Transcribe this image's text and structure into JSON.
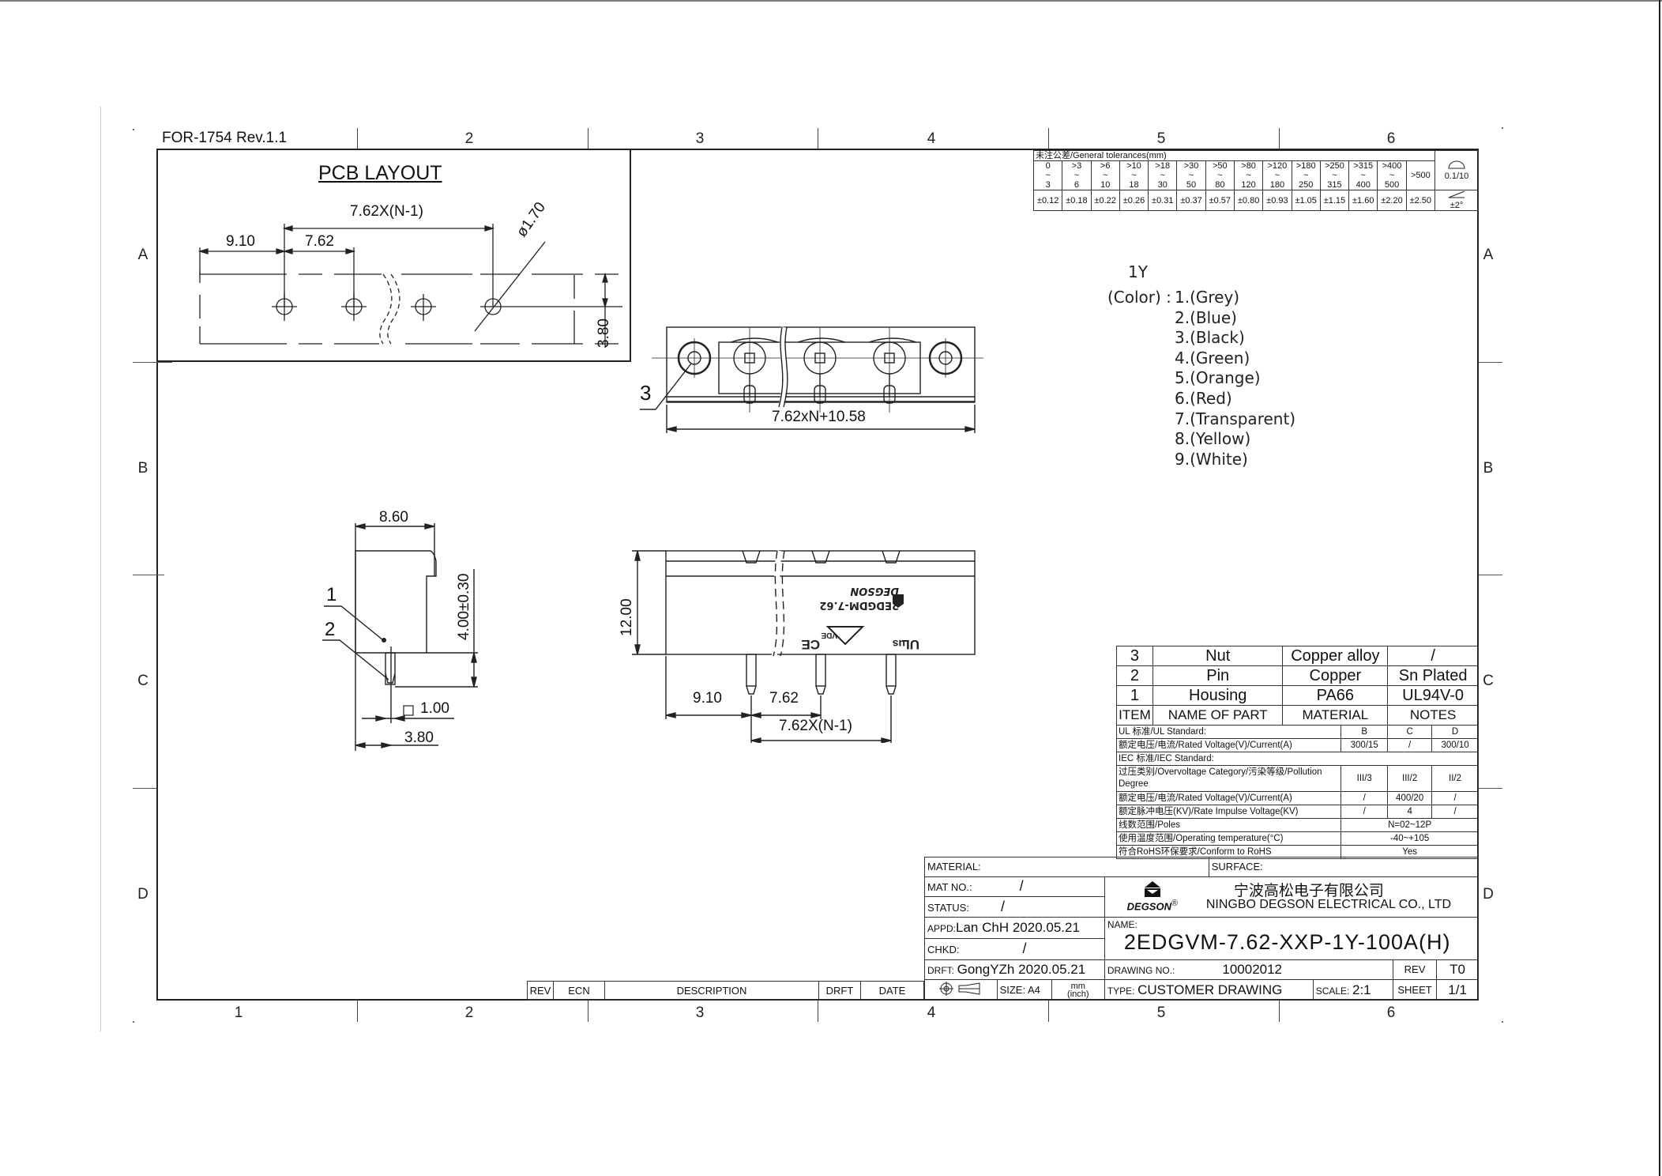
{
  "sheet": {
    "form_id": "FOR-1754  Rev.1.1",
    "column_labels": [
      "1",
      "2",
      "3",
      "4",
      "5",
      "6"
    ],
    "row_labels": [
      "A",
      "B",
      "C",
      "D"
    ]
  },
  "pcb_layout": {
    "title": "PCB LAYOUT",
    "dim_pitch_total": "7.62X(N-1)",
    "dim_edge": "9.10",
    "dim_pitch": "7.62",
    "dim_hole": "ø1.70",
    "dim_height": "3.80"
  },
  "top_view": {
    "item_callout": "3",
    "dim_length": "7.62xN+10.58"
  },
  "front_view": {
    "dim_height": "12.00",
    "dim_edge": "9.10",
    "dim_pitch": "7.62",
    "dim_pitch_total": "7.62X(N-1)",
    "marking_model": "2EDGDM-7.62",
    "marking_brand": "DEGSON",
    "marking_vde": "VDE",
    "marking_ul": "us",
    "marking_ce": "CE"
  },
  "side_view": {
    "dim_width": "8.60",
    "dim_pin_length": "4.00±0.30",
    "dim_pin_square": "1.00",
    "dim_pin_offset": "3.80",
    "callout_1": "1",
    "callout_2": "2"
  },
  "color_options": {
    "code": "1Y",
    "label": "(Color) :",
    "items": [
      "1.(Grey)",
      "2.(Blue)",
      "3.(Black)",
      "4.(Green)",
      "5.(Orange)",
      "6.(Red)",
      "7.(Transparent)",
      "8.(Yellow)",
      "9.(White)"
    ]
  },
  "tolerances": {
    "header": "未注公差/General  tolerances(mm)",
    "ranges": [
      {
        "from": "0",
        "to": "3",
        "tol": "±0.12"
      },
      {
        "from": ">3",
        "to": "6",
        "tol": "±0.18"
      },
      {
        "from": ">6",
        "to": "10",
        "tol": "±0.22"
      },
      {
        "from": ">10",
        "to": "18",
        "tol": "±0.26"
      },
      {
        "from": ">18",
        "to": "30",
        "tol": "±0.31"
      },
      {
        "from": ">30",
        "to": "50",
        "tol": "±0.37"
      },
      {
        "from": ">50",
        "to": "80",
        "tol": "±0.57"
      },
      {
        "from": ">80",
        "to": "120",
        "tol": "±0.80"
      },
      {
        "from": ">120",
        "to": "180",
        "tol": "±0.93"
      },
      {
        "from": ">180",
        "to": "250",
        "tol": "±1.05"
      },
      {
        "from": ">250",
        "to": "315",
        "tol": "±1.15"
      },
      {
        "from": ">315",
        "to": "400",
        "tol": "±1.60"
      },
      {
        "from": ">400",
        "to": "500",
        "tol": "±2.20"
      }
    ],
    "over": ">500",
    "over_tol": "±2.50",
    "tilde": "~",
    "flatness": "0.1/10",
    "angle": "±2°"
  },
  "parts": {
    "rows": [
      {
        "item": "3",
        "name": "Nut",
        "material": "Copper alloy",
        "notes": "/"
      },
      {
        "item": "2",
        "name": "Pin",
        "material": "Copper",
        "notes": "Sn Plated"
      },
      {
        "item": "1",
        "name": "Housing",
        "material": "PA66",
        "notes": "UL94V-0"
      }
    ],
    "header": {
      "item": "ITEM",
      "name": "NAME OF PART",
      "material": "MATERIAL",
      "notes": "NOTES"
    }
  },
  "specs": {
    "ul_standard": "UL 标准/UL Standard:",
    "col_b": "B",
    "col_c": "C",
    "col_d": "D",
    "ul_rated_label": "额定电压/电流/Rated Voltage(V)/Current(A)",
    "ul_rated": [
      "300/15",
      "/",
      "300/10"
    ],
    "iec_standard": "IEC 标准/IEC Standard:",
    "overvoltage_label": "过压类别/Overvoltage Category/污染等级/Pollution Degree",
    "overvoltage": [
      "III/3",
      "III/2",
      "II/2"
    ],
    "iec_rated_label": "额定电压/电流/Rated Voltage(V)/Current(A)",
    "iec_rated": [
      "/",
      "400/20",
      "/"
    ],
    "impulse_label": "额定脉冲电压(KV)/Rate Impulse Voltage(KV)",
    "impulse": [
      "/",
      "4",
      "/"
    ],
    "poles_label": "线数范围/Poles",
    "poles": "N=02~12P",
    "temp_label": "使用温度范围/Operating temperature(°C)",
    "temp": "-40~+105",
    "rohs_label": "符合RoHS环保要求/Conform to RoHS",
    "rohs": "Yes"
  },
  "title_block": {
    "material_label": "MATERIAL:",
    "surface_label": "SURFACE:",
    "mat_no_label": "MAT NO.:",
    "mat_no": "/",
    "status_label": "STATUS:",
    "status": "/",
    "appd_label": "APPD:",
    "appd": "Lan  ChH  2020.05.21",
    "chkd_label": "CHKD:",
    "chkd": "/",
    "drft_label": "DRFT:",
    "drft": "GongYZh  2020.05.21",
    "size": "SIZE: A4",
    "units_top": "mm",
    "units_bottom": "(inch)",
    "company_cn": "宁波高松电子有限公司",
    "company_en": "NINGBO DEGSON ELECTRICAL CO., LTD",
    "logo_text": "DEGSON",
    "registered": "®",
    "name_label": "NAME:",
    "part_name": "2EDGVM-7.62-XXP-1Y-100A(H)",
    "drawing_no_label": "DRAWING NO.:",
    "drawing_no": "10002012",
    "rev_label": "REV",
    "rev": "T0",
    "type_label": "TYPE:",
    "type": "CUSTOMER  DRAWING",
    "scale_label": "SCALE:",
    "scale": "2:1",
    "sheet_label": "SHEET",
    "sheet": "1/1"
  },
  "revision_strip": {
    "rev": "REV",
    "ecn": "ECN",
    "description": "DESCRIPTION",
    "drft": "DRFT",
    "date": "DATE"
  }
}
